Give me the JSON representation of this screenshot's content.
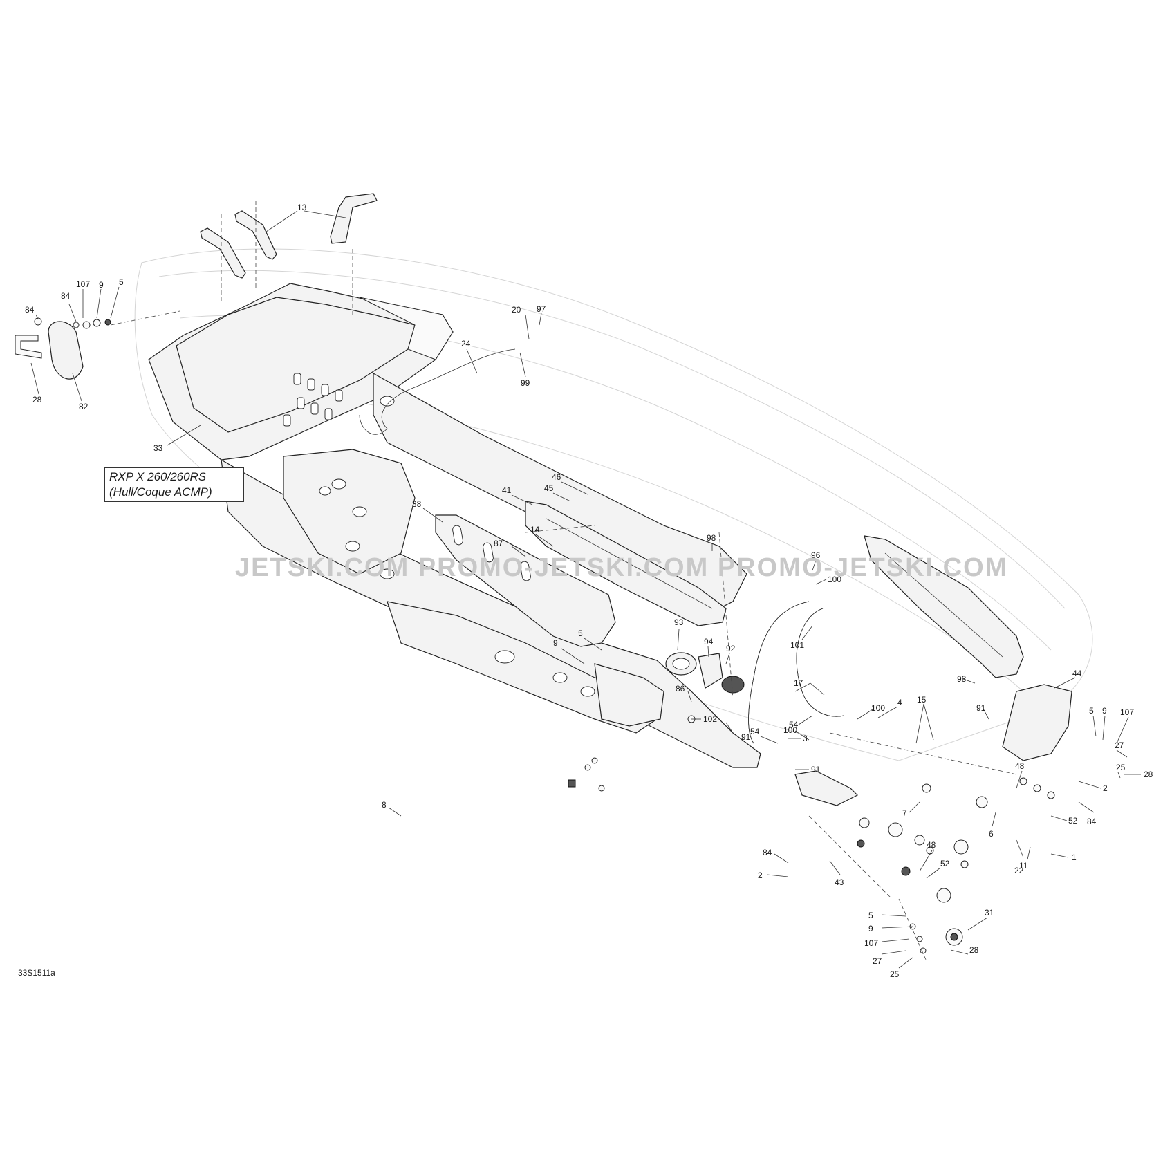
{
  "model_label": {
    "line1": "RXP X 260/260RS",
    "line2": "(Hull/Coque ACMP)"
  },
  "figure_code": "33S1511a",
  "watermark": "JETSKI.COM  PROMO-JETSKI.COM  PROMO-JETSKI.COM",
  "callouts": [
    "1",
    "2",
    "2",
    "3",
    "4",
    "5",
    "5",
    "5",
    "5",
    "6",
    "7",
    "8",
    "9",
    "9",
    "9",
    "9",
    "11",
    "13",
    "14",
    "15",
    "17",
    "20",
    "22",
    "24",
    "25",
    "25",
    "27",
    "27",
    "28",
    "28",
    "28",
    "31",
    "33",
    "38",
    "41",
    "43",
    "44",
    "45",
    "46",
    "48",
    "48",
    "52",
    "52",
    "54",
    "54",
    "82",
    "84",
    "84",
    "84",
    "84",
    "86",
    "87",
    "91",
    "91",
    "91",
    "92",
    "93",
    "94",
    "96",
    "97",
    "98",
    "98",
    "99",
    "100",
    "100",
    "100",
    "101",
    "102",
    "107",
    "107",
    "107"
  ]
}
